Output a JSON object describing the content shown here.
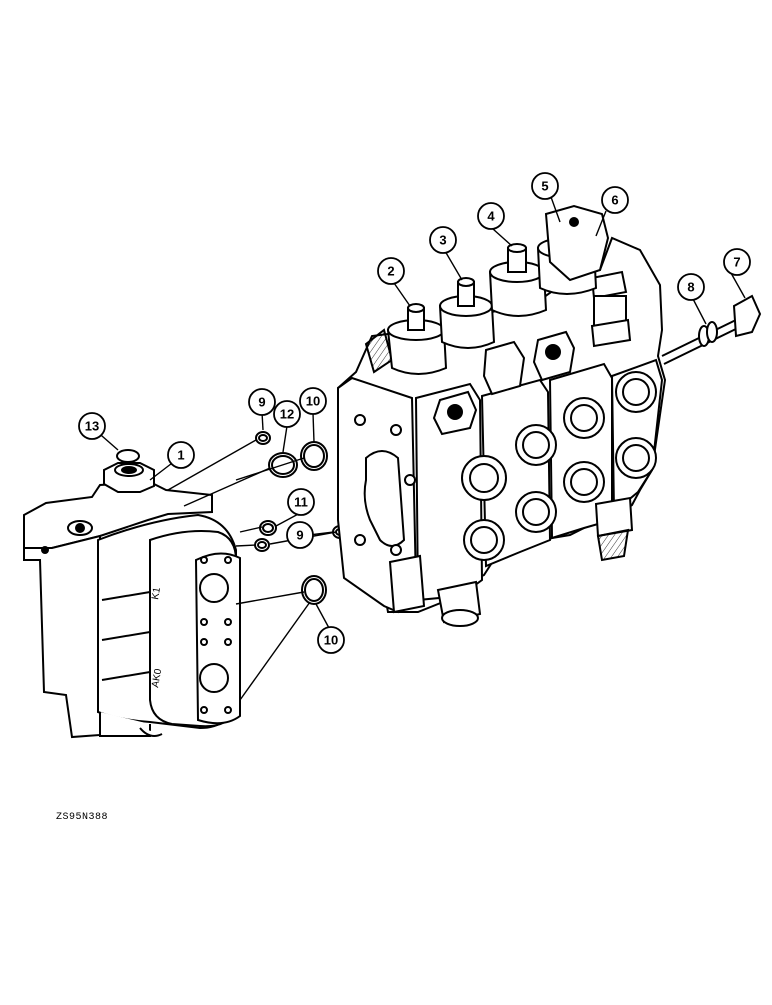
{
  "figure": {
    "code": "ZS95N388"
  },
  "callouts": [
    {
      "id": "1",
      "label": "1"
    },
    {
      "id": "2",
      "label": "2"
    },
    {
      "id": "3",
      "label": "3"
    },
    {
      "id": "4",
      "label": "4"
    },
    {
      "id": "5",
      "label": "5"
    },
    {
      "id": "6",
      "label": "6"
    },
    {
      "id": "7",
      "label": "7"
    },
    {
      "id": "8",
      "label": "8"
    },
    {
      "id": "9a",
      "label": "9"
    },
    {
      "id": "9b",
      "label": "9"
    },
    {
      "id": "10a",
      "label": "10"
    },
    {
      "id": "10b",
      "label": "10"
    },
    {
      "id": "11",
      "label": "11"
    },
    {
      "id": "12",
      "label": "12"
    },
    {
      "id": "13",
      "label": "13"
    }
  ]
}
